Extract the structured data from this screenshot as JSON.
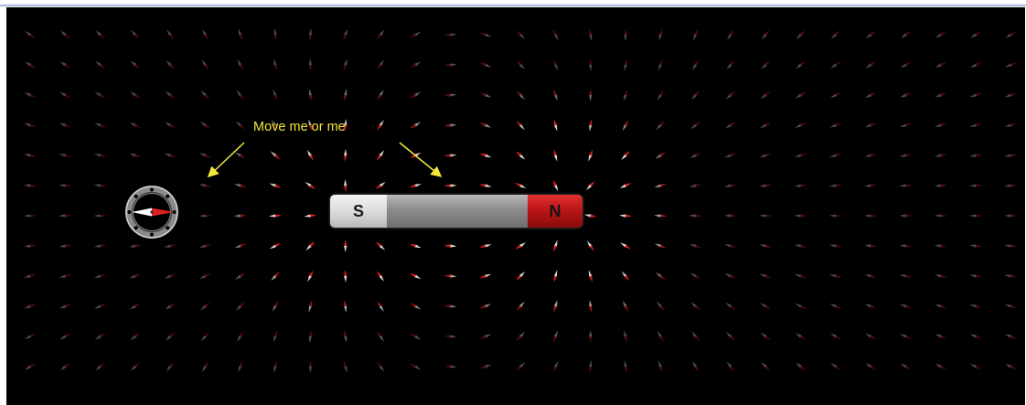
{
  "simulation": {
    "hint_text": "Move me or me",
    "magnet": {
      "south_label": "S",
      "north_label": "N"
    },
    "field_grid": {
      "columns": 29,
      "rows": 12
    }
  },
  "colors": {
    "background": "#000000",
    "hint_text": "#f3e83a",
    "arrow": "#f3e83a",
    "needle_north": "#e02020",
    "needle_south": "#ffffff",
    "north_pole": "#c21a1a",
    "south_pole": "#dcdcdc",
    "magnet_body": "#8c8c8c",
    "top_border": "#7f9dc9"
  },
  "icons": {
    "compass": "compass-icon",
    "field_arrow": "field-needle-icon",
    "pointer_arrow": "arrow-icon"
  }
}
